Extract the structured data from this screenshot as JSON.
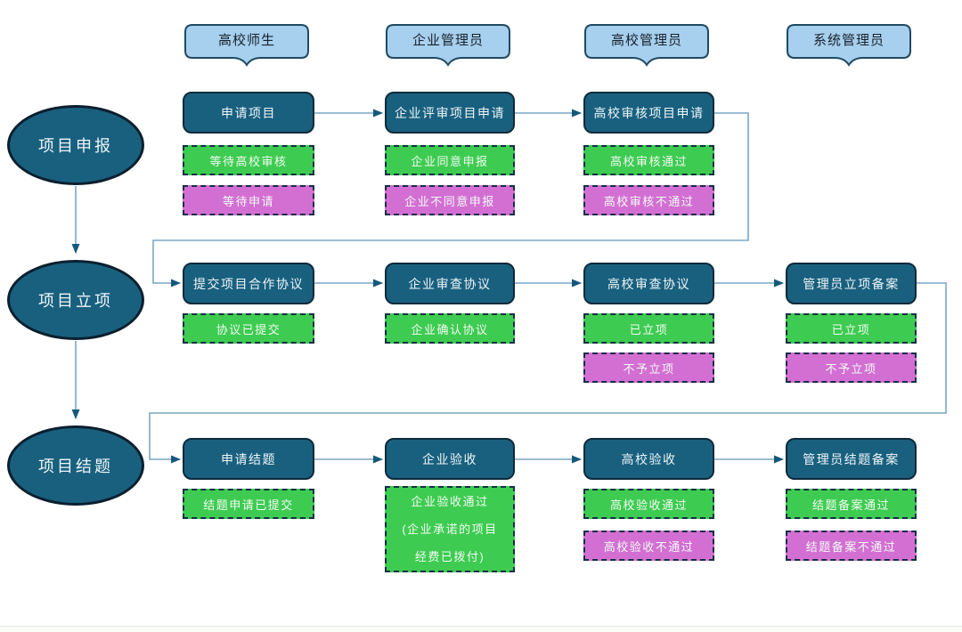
{
  "colors": {
    "header_fill": "#a7cfee",
    "header_border": "#1f4a63",
    "dark_fill": "#19607f",
    "dark_border": "#0e2a3b",
    "ellipse_border": "#0b1f2e",
    "green_fill": "#3ecb51",
    "magenta_fill": "#d36fd3",
    "dashed_border": "#142e46",
    "connector": "#7aa7c2",
    "arrowhead": "#14597a",
    "text_light": "#eef6f8"
  },
  "lanes": [
    {
      "label": "高校师生"
    },
    {
      "label": "企业管理员"
    },
    {
      "label": "高校管理员"
    },
    {
      "label": "系统管理员"
    }
  ],
  "phases": [
    {
      "label": "项目申报",
      "steps": [
        {
          "title": "申请项目",
          "statuses": [
            {
              "kind": "success",
              "label": "等待高校审核"
            },
            {
              "kind": "fail",
              "label": "等待申请"
            }
          ]
        },
        {
          "title": "企业评审项目申请",
          "statuses": [
            {
              "kind": "success",
              "label": "企业同意申报"
            },
            {
              "kind": "fail",
              "label": "企业不同意申报"
            }
          ]
        },
        {
          "title": "高校审核项目申请",
          "statuses": [
            {
              "kind": "success",
              "label": "高校审核通过"
            },
            {
              "kind": "fail",
              "label": "高校审核不通过"
            }
          ]
        }
      ]
    },
    {
      "label": "项目立项",
      "steps": [
        {
          "title": "提交项目合作协议",
          "statuses": [
            {
              "kind": "success",
              "label": "协议已提交"
            }
          ]
        },
        {
          "title": "企业审查协议",
          "statuses": [
            {
              "kind": "success",
              "label": "企业确认协议"
            }
          ]
        },
        {
          "title": "高校审查协议",
          "statuses": [
            {
              "kind": "success",
              "label": "已立项"
            },
            {
              "kind": "fail",
              "label": "不予立项"
            }
          ]
        },
        {
          "title": "管理员立项备案",
          "statuses": [
            {
              "kind": "success",
              "label": "已立项"
            },
            {
              "kind": "fail",
              "label": "不予立项"
            }
          ]
        }
      ]
    },
    {
      "label": "项目结题",
      "steps": [
        {
          "title": "申请结题",
          "statuses": [
            {
              "kind": "success",
              "label": "结题申请已提交"
            }
          ]
        },
        {
          "title": "企业验收",
          "statuses": [
            {
              "kind": "success",
              "label": "企业验收通过\n(企业承诺的项目\n经费已拨付)"
            }
          ]
        },
        {
          "title": "高校验收",
          "statuses": [
            {
              "kind": "success",
              "label": "高校验收通过"
            },
            {
              "kind": "fail",
              "label": "高校验收不通过"
            }
          ]
        },
        {
          "title": "管理员结题备案",
          "statuses": [
            {
              "kind": "success",
              "label": "结题备案通过"
            },
            {
              "kind": "fail",
              "label": "结题备案不通过"
            }
          ]
        }
      ]
    }
  ]
}
